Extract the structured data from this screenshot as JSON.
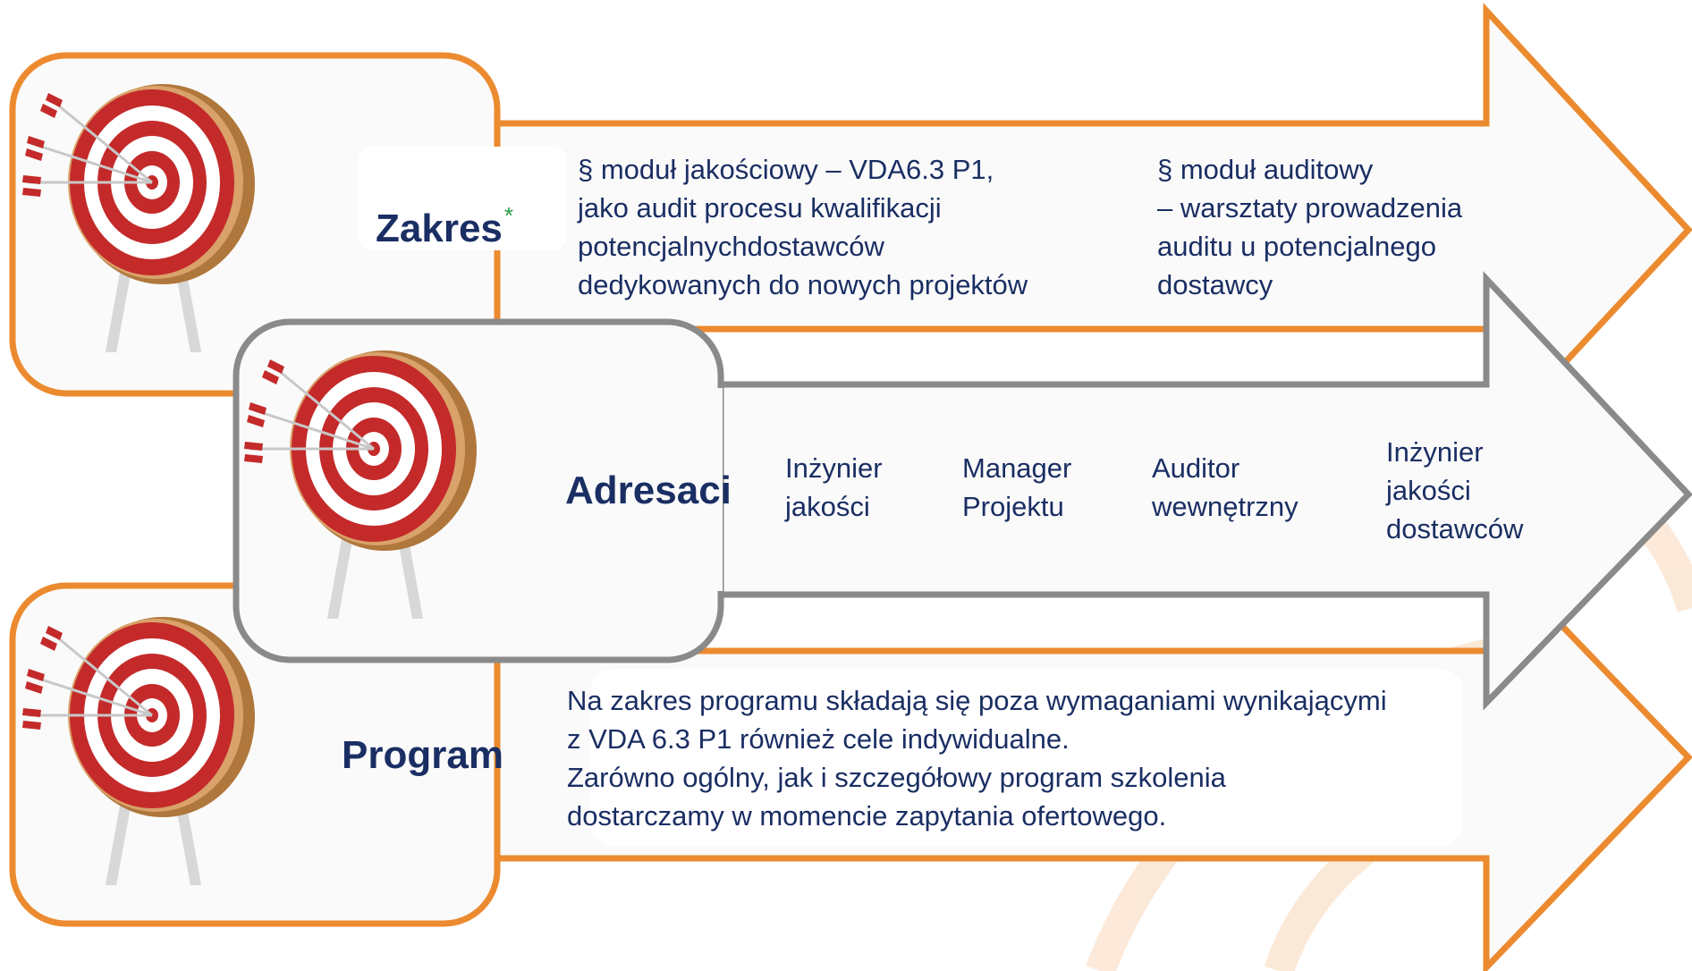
{
  "colors": {
    "orange": "#ec8a2f",
    "gray": "#8a8a8a",
    "text": "#1a2e63",
    "target_red": "#c42a2a",
    "asterisk": "#2a9d45"
  },
  "rows": [
    {
      "label": "Zakres",
      "asterisk": "*",
      "columns": [
        {
          "lines": [
            "§ moduł jakościowy – VDA6.3 P1,",
            "jako audit procesu kwalifikacji",
            "potencjalnychdostawców",
            "dedykowanych do nowych projektów"
          ]
        },
        {
          "lines": [
            "§ moduł auditowy",
            "– warsztaty prowadzenia",
            "auditu u potencjalnego",
            "dostawcy"
          ]
        }
      ]
    },
    {
      "label": "Adresaci",
      "columns": [
        {
          "lines": [
            "Inżynier",
            "jakości"
          ]
        },
        {
          "lines": [
            "Manager",
            "Projektu"
          ]
        },
        {
          "lines": [
            "Auditor",
            "wewnętrzny"
          ]
        },
        {
          "lines": [
            "Inżynier",
            "jakości",
            "dostawców"
          ]
        }
      ]
    },
    {
      "label": "Program",
      "columns": [
        {
          "lines": [
            "Na zakres programu składają się poza wymaganiami wynikającymi",
            "z VDA 6.3 P1 również cele indywidualne.",
            "Zarówno ogólny, jak i szczegółowy program szkolenia",
            "dostarczamy w momencie zapytania ofertowego."
          ]
        }
      ]
    }
  ]
}
